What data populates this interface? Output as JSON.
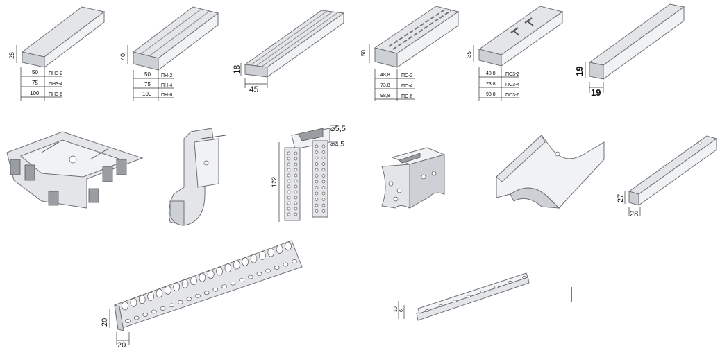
{
  "colors": {
    "metal_light": "#e3e5e8",
    "metal_mid": "#cdd0d4",
    "outline": "#6d7075",
    "text": "#111111"
  },
  "profile_pn_small": {
    "height": "25",
    "rows": [
      {
        "width": "50",
        "code": "ПН3-2"
      },
      {
        "width": "75",
        "code": "ПН3-4"
      },
      {
        "width": "100",
        "code": "ПН3-6"
      }
    ]
  },
  "profile_pn_large": {
    "height": "40",
    "rows": [
      {
        "width": "50",
        "code": "ПН-2"
      },
      {
        "width": "75",
        "code": "ПН-4"
      },
      {
        "width": "100",
        "code": "ПН-6"
      }
    ]
  },
  "ceiling_profile": {
    "height": "18",
    "width": "45"
  },
  "profile_ps": {
    "height": "50",
    "rows": [
      {
        "width": "48,8",
        "code": "ПС-2"
      },
      {
        "width": "73,8",
        "code": "ПС-4"
      },
      {
        "width": "98,8",
        "code": "ПС-6"
      }
    ]
  },
  "profile_ps3": {
    "height": "35",
    "rows": [
      {
        "width": "48,8",
        "code": "ПС3-2"
      },
      {
        "width": "73,8",
        "code": "ПС3-4"
      },
      {
        "width": "98,8",
        "code": "ПС3-6"
      }
    ]
  },
  "corner_profile_19": {
    "height": "19",
    "width": "19"
  },
  "hanger": {
    "length": "122",
    "hole_large": "⌀5,5",
    "hole_small": "⌀4,5"
  },
  "corner_profile_27": {
    "height": "27",
    "width": "28"
  },
  "perforated_corner": {
    "height": "20",
    "width": "20"
  },
  "beacon_profile": {
    "height": "10",
    "depth": "6"
  }
}
